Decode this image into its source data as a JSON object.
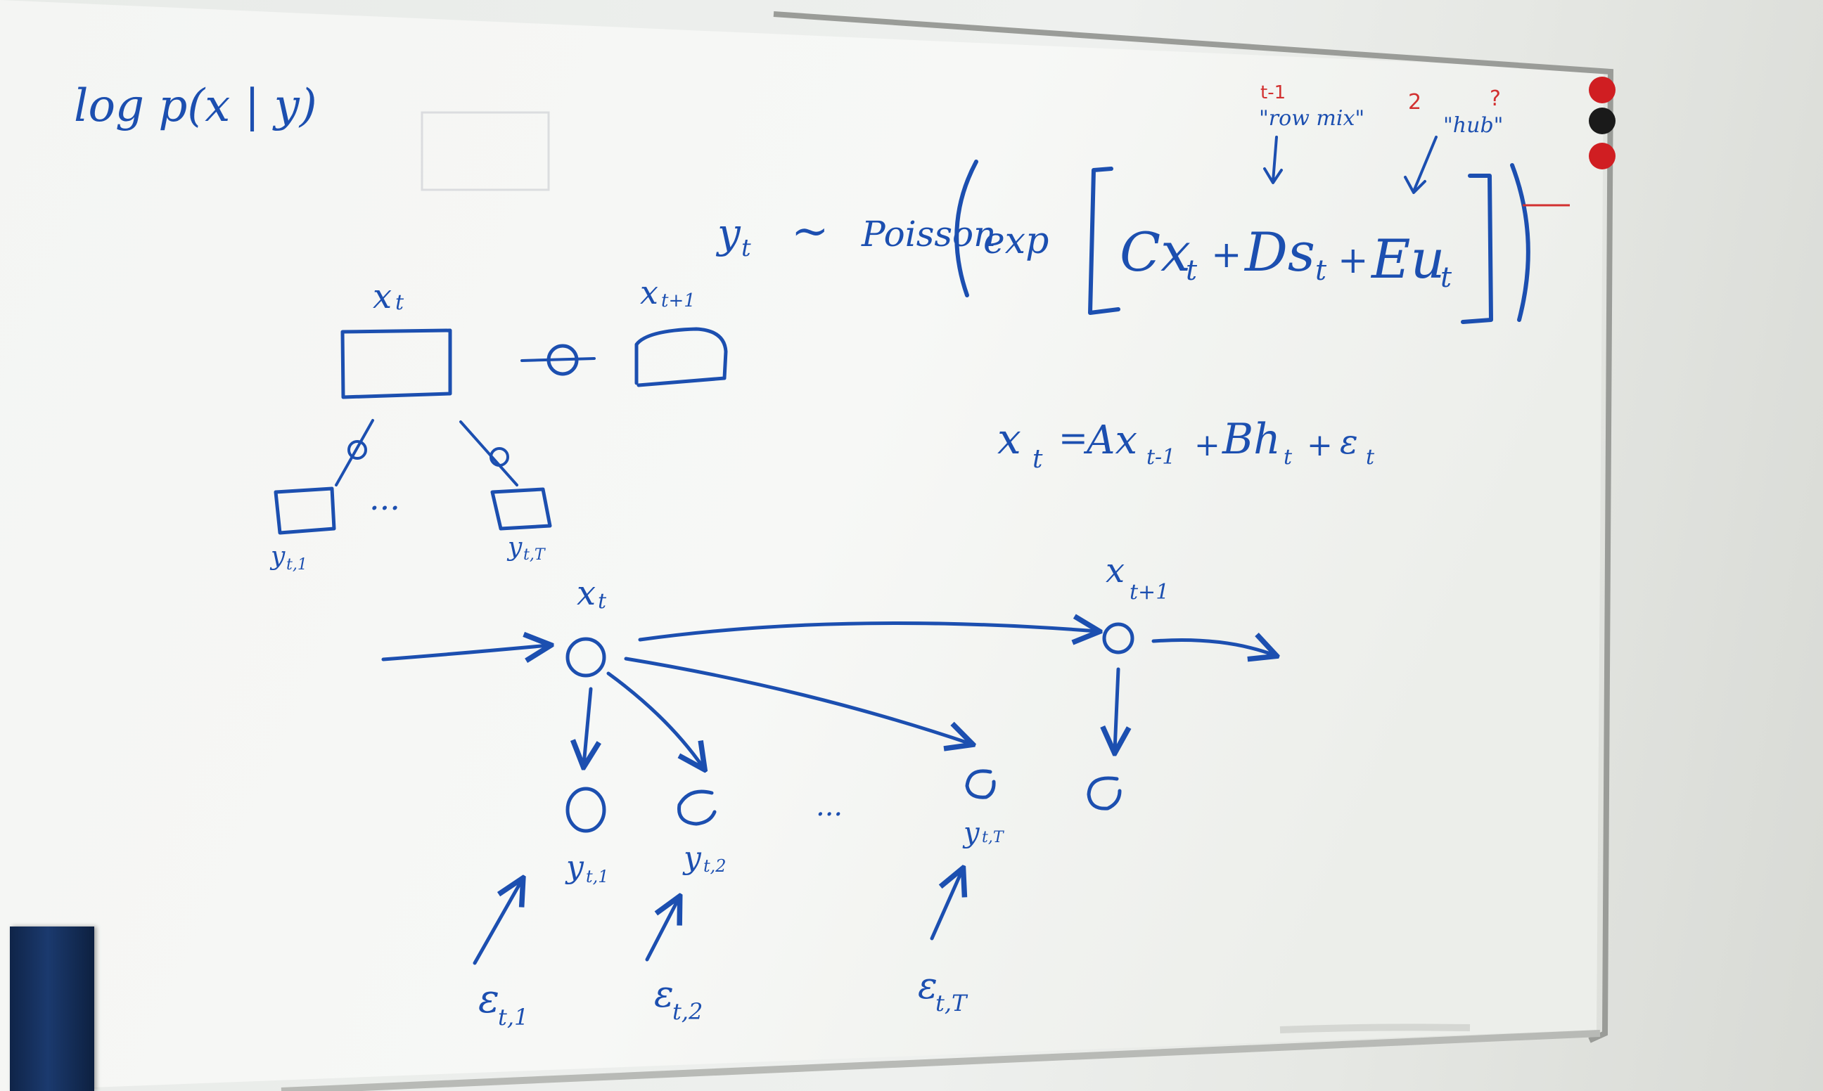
{
  "image": {
    "caption": "",
    "top_left": "log p(x | y)",
    "equation_main": {
      "lhs": "y",
      "lhs_sub": "t",
      "rel": "~",
      "dist": "Poisson",
      "exp": "exp",
      "term1": "Cx",
      "term1_sub": "t",
      "plus": "+",
      "term2": "Ds",
      "term2_sub": "t",
      "term3": "Eu",
      "term3_sub": "t",
      "anno_left": "\"row mix\"",
      "anno_right": "\"hub\"",
      "red_left": "t-1",
      "red_right": "2",
      "red_q": "?"
    },
    "equation_state": {
      "lhs": "x",
      "lhs_sub": "t",
      "eq": "=",
      "a": "Ax",
      "a_sub": "t-1",
      "b": "Bh",
      "b_sub": "t",
      "eps": "ε",
      "eps_sub": "t"
    },
    "small_graph": {
      "x_label": "x",
      "x_sub": "t",
      "x2_label": "x",
      "x2_sub": "t+1",
      "dots": "...",
      "y_left": "y",
      "y_left_sub": "t,1",
      "y_right": "y",
      "y_right_sub": "t,T"
    },
    "big_graph": {
      "xt": "x",
      "xt_sub": "t",
      "xt1": "x",
      "xt1_sub": "t+1",
      "dots": "...",
      "y1": "y",
      "y1_sub": "t,1",
      "y2": "y",
      "y2_sub": "t,2",
      "yT": "y",
      "yT_sub": "t,T",
      "e1": "ε",
      "e1_sub": "t,1",
      "e2": "ε",
      "e2_sub": "t,2",
      "eT": "ε",
      "eT_sub": "t,T"
    },
    "colors": {
      "ink": "#1c4fb0",
      "red_ink": "#d23030",
      "board": "#f6f7f5",
      "magnet_red": "#d01e22",
      "magnet_black": "#1a1a1a"
    }
  }
}
